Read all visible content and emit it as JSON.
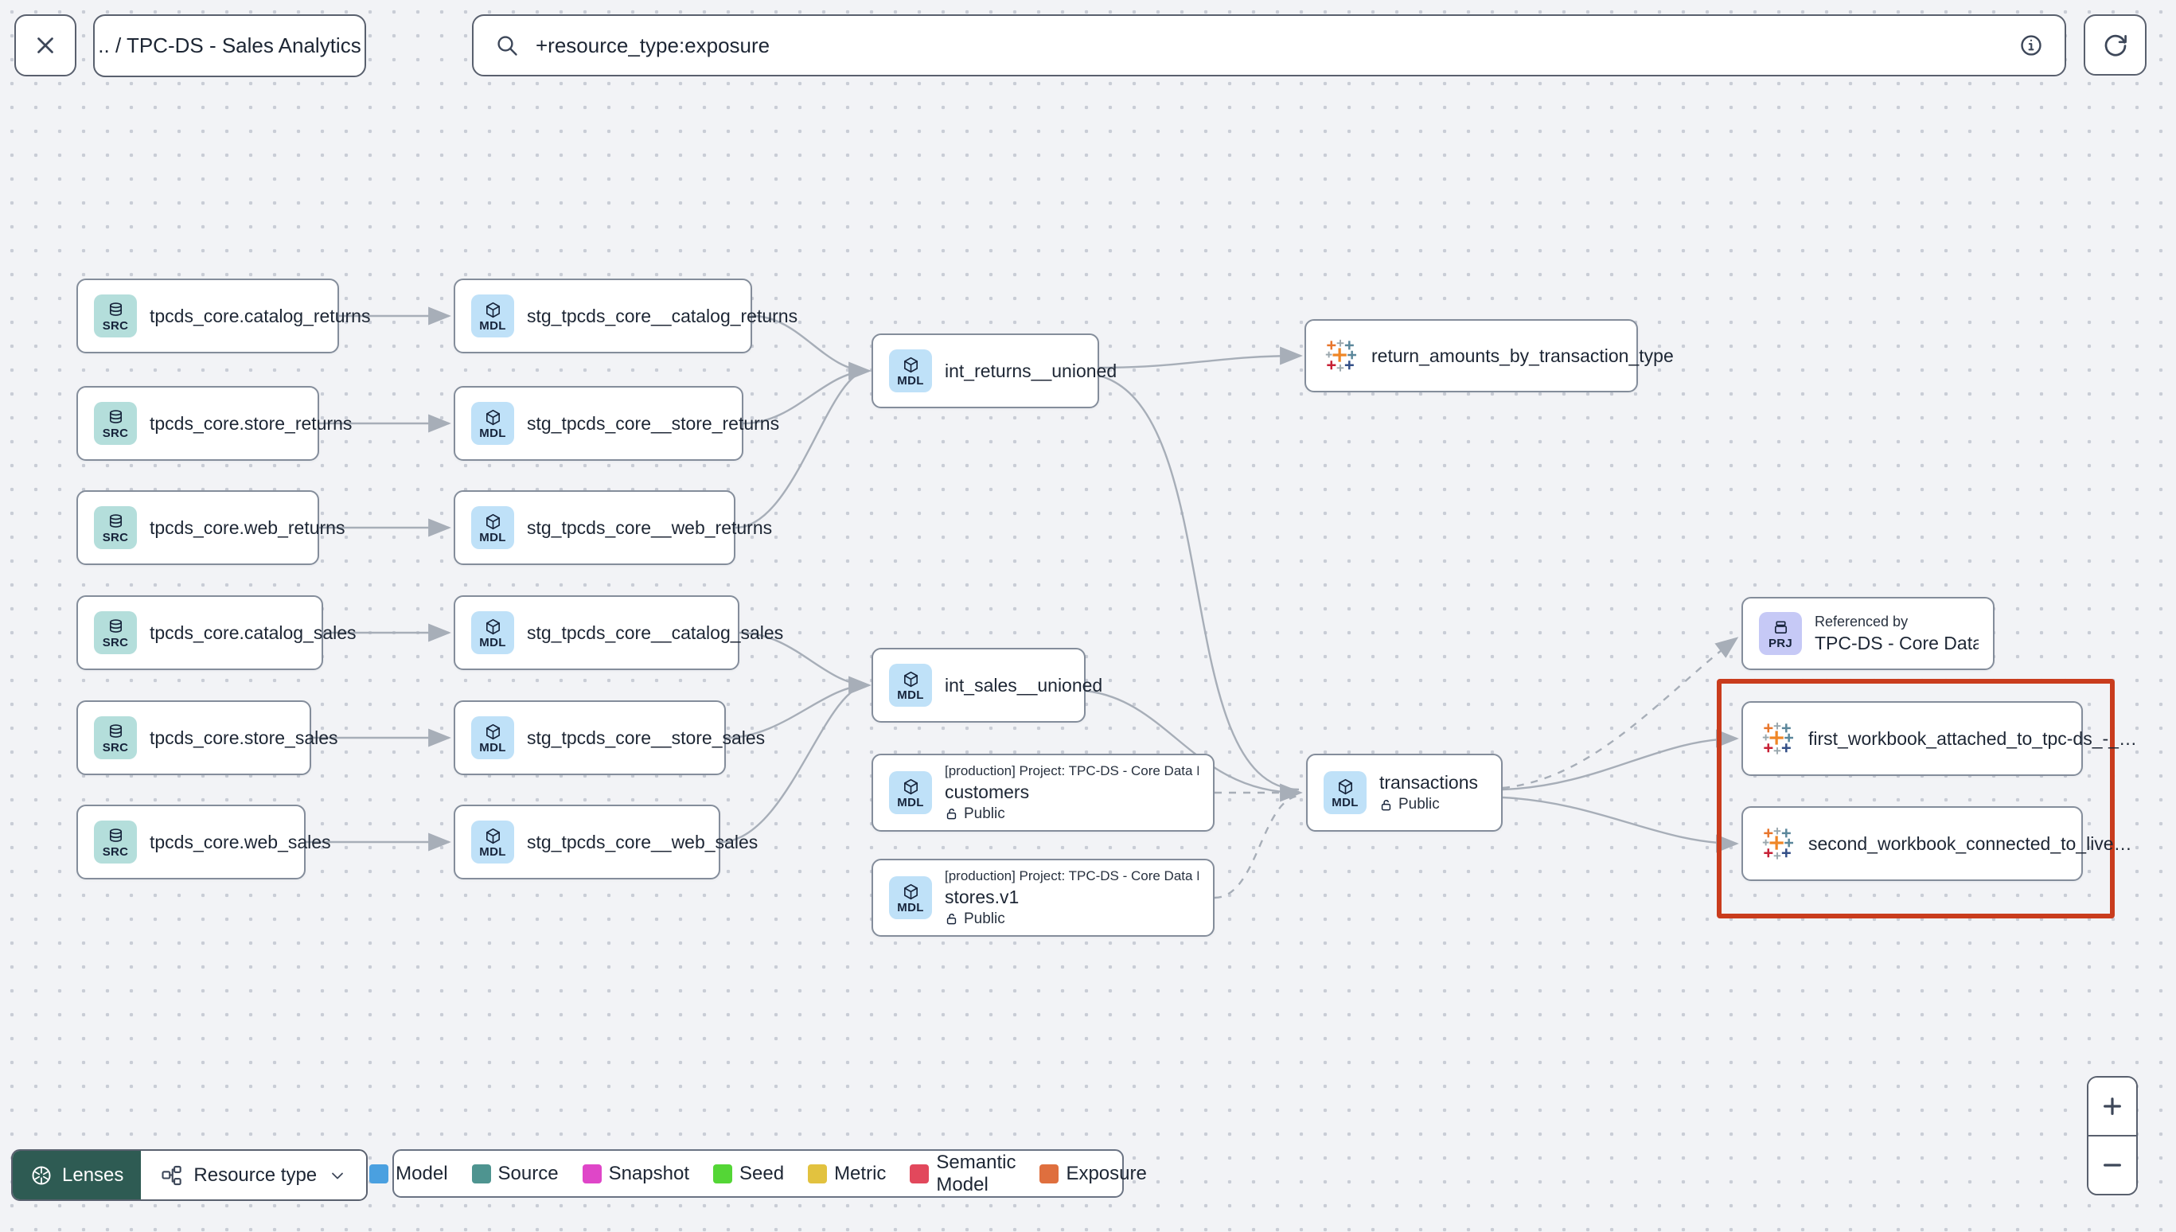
{
  "header": {
    "breadcrumb": ".. / TPC-DS - Sales Analytics",
    "search_value": "+resource_type:exposure"
  },
  "chips": {
    "src": "SRC",
    "mdl": "MDL",
    "prj": "PRJ"
  },
  "nodes": {
    "src_catalog_returns": {
      "label": "tpcds_core.catalog_returns"
    },
    "src_store_returns": {
      "label": "tpcds_core.store_returns"
    },
    "src_web_returns": {
      "label": "tpcds_core.web_returns"
    },
    "src_catalog_sales": {
      "label": "tpcds_core.catalog_sales"
    },
    "src_store_sales": {
      "label": "tpcds_core.store_sales"
    },
    "src_web_sales": {
      "label": "tpcds_core.web_sales"
    },
    "stg_catalog_returns": {
      "label": "stg_tpcds_core__catalog_returns"
    },
    "stg_store_returns": {
      "label": "stg_tpcds_core__store_returns"
    },
    "stg_web_returns": {
      "label": "stg_tpcds_core__web_returns"
    },
    "stg_catalog_sales": {
      "label": "stg_tpcds_core__catalog_sales"
    },
    "stg_store_sales": {
      "label": "stg_tpcds_core__store_sales"
    },
    "stg_web_sales": {
      "label": "stg_tpcds_core__web_sales"
    },
    "int_returns": {
      "label": "int_returns__unioned"
    },
    "int_sales": {
      "label": "int_sales__unioned"
    },
    "customers": {
      "project": "[production] Project: TPC-DS - Core Data Mo…",
      "label": "customers",
      "visibility": "Public"
    },
    "stores": {
      "project": "[production] Project: TPC-DS - Core Data Mo…",
      "label": "stores.v1",
      "visibility": "Public"
    },
    "transactions": {
      "label": "transactions",
      "visibility": "Public"
    },
    "exposure_returns": {
      "label": "return_amounts_by_transaction_type"
    },
    "workbook_first": {
      "label": "first_workbook_attached_to_tpc-ds_-_…"
    },
    "workbook_second": {
      "label": "second_workbook_connected_to_live…"
    },
    "referenced_by": {
      "header": "Referenced by",
      "label": "TPC-DS - Core Data Models"
    }
  },
  "lineage_edges": [
    {
      "from": "tpcds_core.catalog_returns",
      "to": "stg_tpcds_core__catalog_returns",
      "style": "solid"
    },
    {
      "from": "tpcds_core.store_returns",
      "to": "stg_tpcds_core__store_returns",
      "style": "solid"
    },
    {
      "from": "tpcds_core.web_returns",
      "to": "stg_tpcds_core__web_returns",
      "style": "solid"
    },
    {
      "from": "tpcds_core.catalog_sales",
      "to": "stg_tpcds_core__catalog_sales",
      "style": "solid"
    },
    {
      "from": "tpcds_core.store_sales",
      "to": "stg_tpcds_core__store_sales",
      "style": "solid"
    },
    {
      "from": "tpcds_core.web_sales",
      "to": "stg_tpcds_core__web_sales",
      "style": "solid"
    },
    {
      "from": "stg_tpcds_core__catalog_returns",
      "to": "int_returns__unioned",
      "style": "solid"
    },
    {
      "from": "stg_tpcds_core__store_returns",
      "to": "int_returns__unioned",
      "style": "solid"
    },
    {
      "from": "stg_tpcds_core__web_returns",
      "to": "int_returns__unioned",
      "style": "solid"
    },
    {
      "from": "stg_tpcds_core__catalog_sales",
      "to": "int_sales__unioned",
      "style": "solid"
    },
    {
      "from": "stg_tpcds_core__store_sales",
      "to": "int_sales__unioned",
      "style": "solid"
    },
    {
      "from": "stg_tpcds_core__web_sales",
      "to": "int_sales__unioned",
      "style": "solid"
    },
    {
      "from": "int_returns__unioned",
      "to": "return_amounts_by_transaction_type",
      "style": "solid"
    },
    {
      "from": "int_returns__unioned",
      "to": "transactions",
      "style": "solid"
    },
    {
      "from": "int_sales__unioned",
      "to": "transactions",
      "style": "solid"
    },
    {
      "from": "customers",
      "to": "transactions",
      "style": "dashed"
    },
    {
      "from": "stores.v1",
      "to": "transactions",
      "style": "dashed"
    },
    {
      "from": "transactions",
      "to": "TPC-DS - Core Data Models",
      "style": "dashed"
    },
    {
      "from": "transactions",
      "to": "first_workbook_attached_to_tpc-ds_-_…",
      "style": "solid"
    },
    {
      "from": "transactions",
      "to": "second_workbook_connected_to_live…",
      "style": "solid"
    }
  ],
  "toolbar": {
    "lenses": "Lenses",
    "resource_type": "Resource type"
  },
  "legend": {
    "items": [
      {
        "label": "Model",
        "color": "#4aa0e0"
      },
      {
        "label": "Source",
        "color": "#4e9490"
      },
      {
        "label": "Snapshot",
        "color": "#df46c8"
      },
      {
        "label": "Seed",
        "color": "#54d636"
      },
      {
        "label": "Metric",
        "color": "#e2c23f"
      },
      {
        "label": "Semantic Model",
        "color": "#e2485c"
      },
      {
        "label": "Exposure",
        "color": "#df6f3e"
      }
    ]
  },
  "zoom_controls": {
    "zoom_in": "+",
    "zoom_out": "−"
  }
}
